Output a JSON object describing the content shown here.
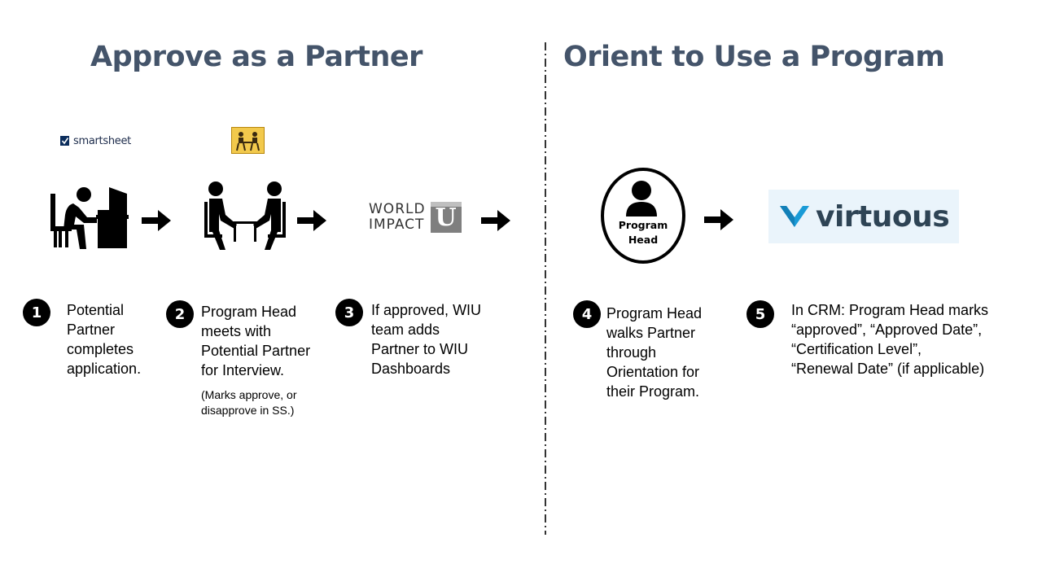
{
  "left_heading": "Approve as a Partner",
  "right_heading": "Orient to Use a Program",
  "logos": {
    "smartsheet": "smartsheet",
    "world_impact_line1": "WORLD",
    "world_impact_line2": "IMPACT",
    "world_impact_letter": "U",
    "virtuous": "virtuous"
  },
  "program_head_icon": {
    "line1": "Program",
    "line2": "Head"
  },
  "steps": [
    {
      "number": "1",
      "lines": [
        "Potential",
        "Partner",
        "completes",
        "application."
      ]
    },
    {
      "number": "2",
      "lines": [
        "Program Head",
        "meets with",
        "Potential Partner",
        "for Interview."
      ],
      "note_lines": [
        "(Marks approve, or",
        "disapprove in SS.)"
      ]
    },
    {
      "number": "3",
      "lines": [
        "If approved, WIU",
        "team adds",
        "Partner to WIU",
        "Dashboards"
      ]
    },
    {
      "number": "4",
      "lines": [
        "Program Head",
        "walks Partner",
        "through",
        "Orientation for",
        "their Program."
      ]
    },
    {
      "number": "5",
      "lines": [
        "In CRM: Program Head marks",
        "“approved”, “Approved Date”,",
        "“Certification Level”,",
        "“Renewal Date” (if applicable)"
      ]
    }
  ],
  "colors": {
    "heading": "#44546a",
    "virtuous_bg": "#eaf4fb",
    "virtuous_mark": "#1a9bd7",
    "wiu_gray": "#7f7f7f"
  }
}
